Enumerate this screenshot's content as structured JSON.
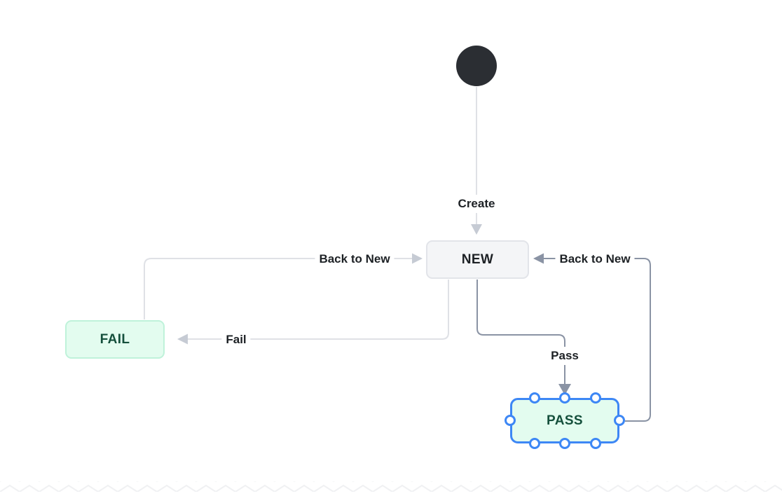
{
  "colors": {
    "canvas_bg": "#ffffff",
    "start_node": "#2b2e33",
    "line_light": "#dfe1e6",
    "arrow_light": "#c6cbd4",
    "line_dark": "#8a93a4",
    "arrow_dark": "#8a93a4",
    "new_bg": "#f4f5f7",
    "new_border": "#e2e4e9",
    "new_text": "#1d2125",
    "green_bg": "#e3fcef",
    "green_border": "#bff2da",
    "green_text": "#15503c",
    "selection": "#3d87f5",
    "label_text": "#1d2125",
    "edge_pattern": "#f0f1f3"
  },
  "diagram": {
    "initial_node": {
      "name": "start"
    },
    "nodes": [
      {
        "id": "new",
        "label": "NEW",
        "appearance": "gray",
        "selected": false
      },
      {
        "id": "fail",
        "label": "FAIL",
        "appearance": "green",
        "selected": false
      },
      {
        "id": "pass",
        "label": "PASS",
        "appearance": "green",
        "selected": true,
        "handle_count": 8
      }
    ],
    "transitions": [
      {
        "label": "Create",
        "from": "start",
        "to": "NEW"
      },
      {
        "label": "Back to New",
        "from": "FAIL",
        "to": "NEW"
      },
      {
        "label": "Fail",
        "from": "NEW",
        "to": "FAIL"
      },
      {
        "label": "Pass",
        "from": "NEW",
        "to": "PASS"
      },
      {
        "label": "Back to New",
        "from": "PASS",
        "to": "NEW"
      }
    ]
  }
}
